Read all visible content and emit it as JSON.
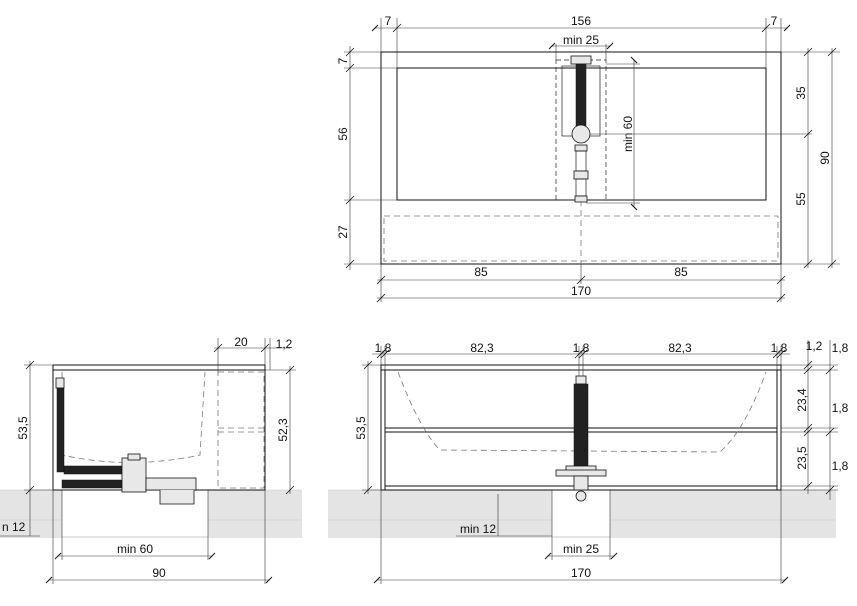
{
  "top_view": {
    "width_total": "156",
    "edge_left": "7",
    "edge_right": "7",
    "min_25": "min 25",
    "edge_top": "7",
    "inner_length": "56",
    "apron_depth": "27",
    "depth_35": "35",
    "depth_55": "55",
    "depth_90": "90",
    "min_60": "min 60",
    "half_left": "85",
    "half_right": "85",
    "length_170": "170"
  },
  "side_view": {
    "width_20": "20",
    "wall_1_2": "1,2",
    "height_53_5": "53,5",
    "height_52_3": "52,3",
    "min_12_cut": "n 12",
    "min_60": "min  60",
    "width_90": "90"
  },
  "front_view": {
    "wall_left": "1,8",
    "span_left": "82,3",
    "wall_mid": "1,8",
    "span_right": "82,3",
    "wall_right": "1,8",
    "height_53_5": "53,5",
    "top_1_2": "1,2",
    "top_1_8": "1,8",
    "height_23_4": "23,4",
    "mid_1_8": "1,8",
    "height_23_5": "23,5",
    "bottom_1_8": "1,8",
    "min_12": "min 12",
    "min_25": "min  25",
    "length_170": "170"
  }
}
